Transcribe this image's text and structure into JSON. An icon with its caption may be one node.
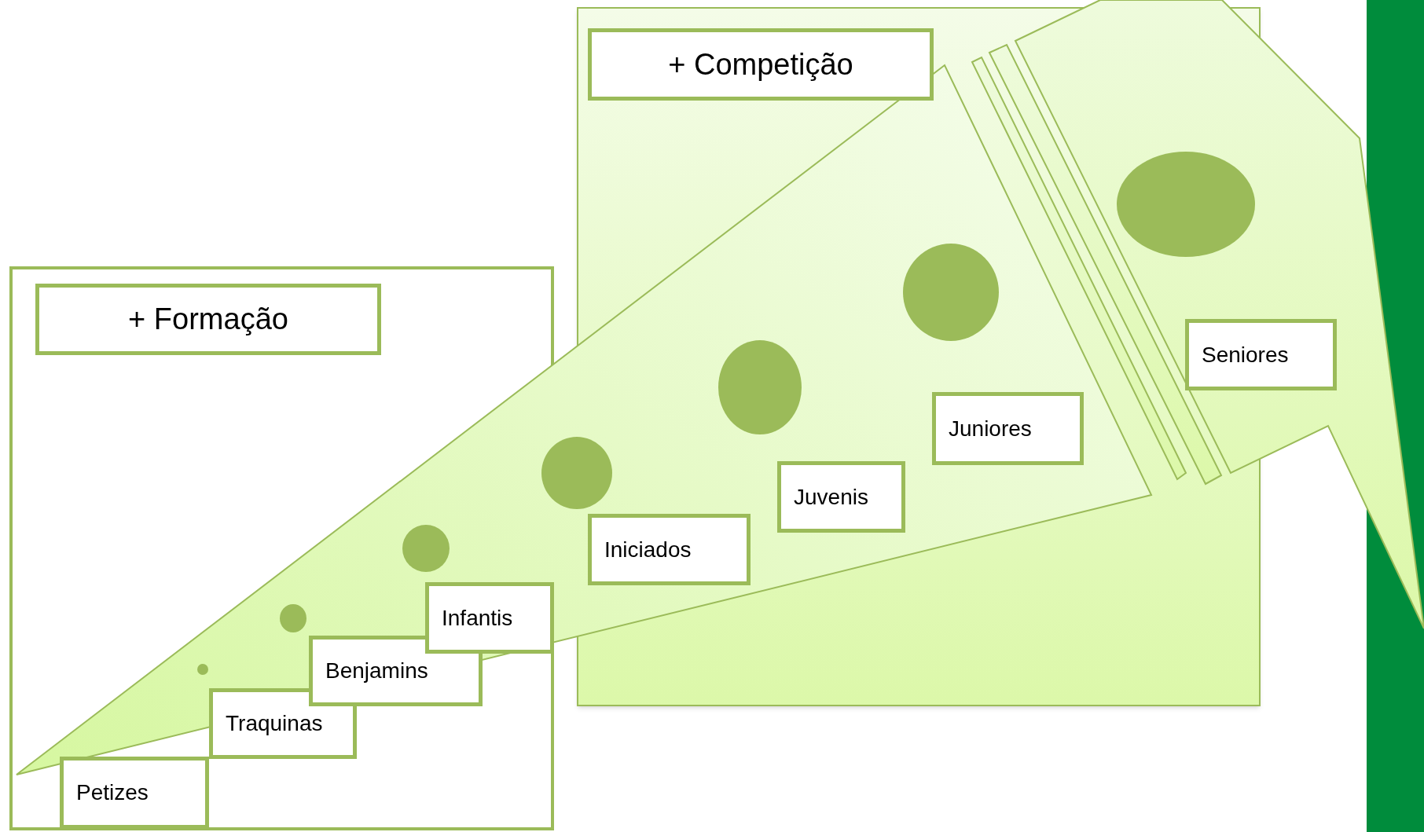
{
  "diagram": {
    "nodes": [
      {
        "text": [
          "+ Formação"
        ]
      },
      {
        "text": [
          "+ Competição"
        ]
      },
      {
        "text": [
          "Petizes"
        ]
      },
      {
        "text": [
          "Traquinas"
        ]
      },
      {
        "text": [
          "Benjamins"
        ]
      },
      {
        "text": [
          "Infantis"
        ]
      },
      {
        "text": [
          "Iniciados"
        ]
      },
      {
        "text": [
          "Juvenis"
        ]
      },
      {
        "text": [
          "Juniores"
        ]
      },
      {
        "text": [
          "Seniores"
        ]
      },
      {
        "text": [],
        "shape": "bar"
      }
    ]
  }
}
